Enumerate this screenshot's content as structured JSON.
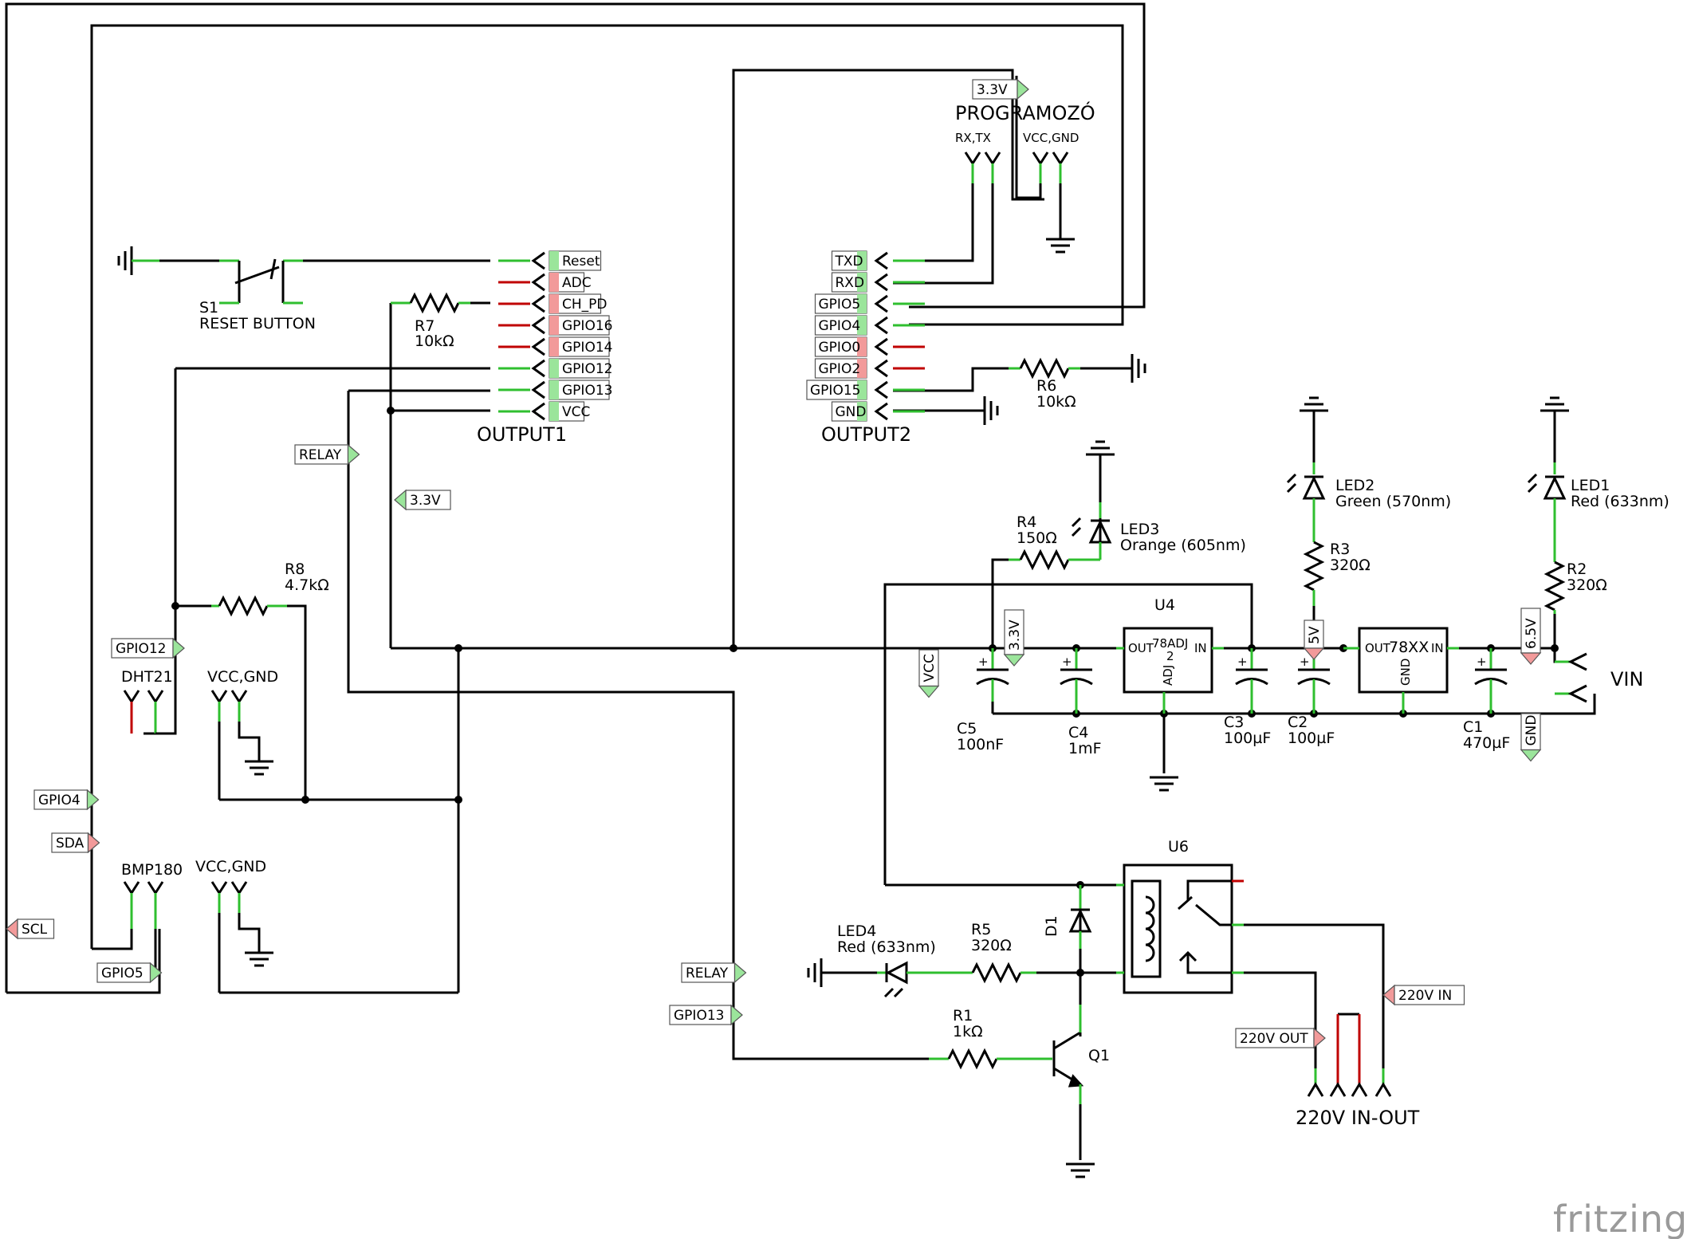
{
  "schematic": {
    "colors": {
      "wire": "#000000",
      "connected": "#2fbf2f",
      "unconnected": "#c00000",
      "label_ok": "#9be59b",
      "label_err": "#f29a9a"
    },
    "logo": "fritzing",
    "headers": {
      "programmer": {
        "title": "PROGRAMOZÓ",
        "left": "RX,TX",
        "right": "VCC,GND"
      },
      "output1": {
        "title": "OUTPUT1",
        "pins": [
          "Reset",
          "ADC",
          "CH_PD",
          "GPIO16",
          "GPIO14",
          "GPIO12",
          "GPIO13",
          "VCC"
        ]
      },
      "output2": {
        "title": "OUTPUT2",
        "pins": [
          "TXD",
          "RXD",
          "GPIO5",
          "GPIO4",
          "GPIO0",
          "GPIO2",
          "GPIO15",
          "GND"
        ]
      },
      "vin": "VIN",
      "mains": "220V IN-OUT"
    },
    "parts": {
      "s1": {
        "ref": "S1",
        "name": "RESET BUTTON"
      },
      "r1": {
        "ref": "R1",
        "value": "1kΩ"
      },
      "r2": {
        "ref": "R2",
        "value": "320Ω"
      },
      "r3": {
        "ref": "R3",
        "value": "320Ω"
      },
      "r4": {
        "ref": "R4",
        "value": "150Ω"
      },
      "r5": {
        "ref": "R5",
        "value": "320Ω"
      },
      "r6": {
        "ref": "R6",
        "value": "10kΩ"
      },
      "r7": {
        "ref": "R7",
        "value": "10kΩ"
      },
      "r8": {
        "ref": "R8",
        "value": "4.7kΩ"
      },
      "c1": {
        "ref": "C1",
        "value": "470µF"
      },
      "c2": {
        "ref": "C2",
        "value": "100µF"
      },
      "c3": {
        "ref": "C3",
        "value": "100µF"
      },
      "c4": {
        "ref": "C4",
        "value": "1mF"
      },
      "c5": {
        "ref": "C5",
        "value": "100nF"
      },
      "led1": {
        "ref": "LED1",
        "color": "Red (633nm)"
      },
      "led2": {
        "ref": "LED2",
        "color": "Green (570nm)"
      },
      "led3": {
        "ref": "LED3",
        "color": "Orange (605nm)"
      },
      "led4": {
        "ref": "LED4",
        "color": "Red (633nm)"
      },
      "u4": {
        "ref": "U4",
        "reg1": "78ADJ",
        "reg1_sub": "2",
        "reg2": "78XX",
        "out": "OUT",
        "in": "IN",
        "adj": "ADJ",
        "gnd": "GND"
      },
      "u6": {
        "ref": "U6"
      },
      "d1": {
        "ref": "D1"
      },
      "q1": {
        "ref": "Q1"
      },
      "dht": {
        "name": "DHT21",
        "power": "VCC,GND"
      },
      "bmp": {
        "name": "BMP180",
        "power": "VCC,GND"
      }
    },
    "net_labels": {
      "v33_top": "3.3V",
      "v33_mid": "3.3V",
      "v33_reg": "3.3V",
      "v5": "5V",
      "v65": "6.5V",
      "vcc": "VCC",
      "gnd": "GND",
      "relay1": "RELAY",
      "relay2": "RELAY",
      "gpio12": "GPIO12",
      "gpio13": "GPIO13",
      "gpio4": "GPIO4",
      "gpio5": "GPIO5",
      "sda": "SDA",
      "scl": "SCL",
      "v220_in": "220V IN",
      "v220_out": "220V OUT"
    }
  }
}
